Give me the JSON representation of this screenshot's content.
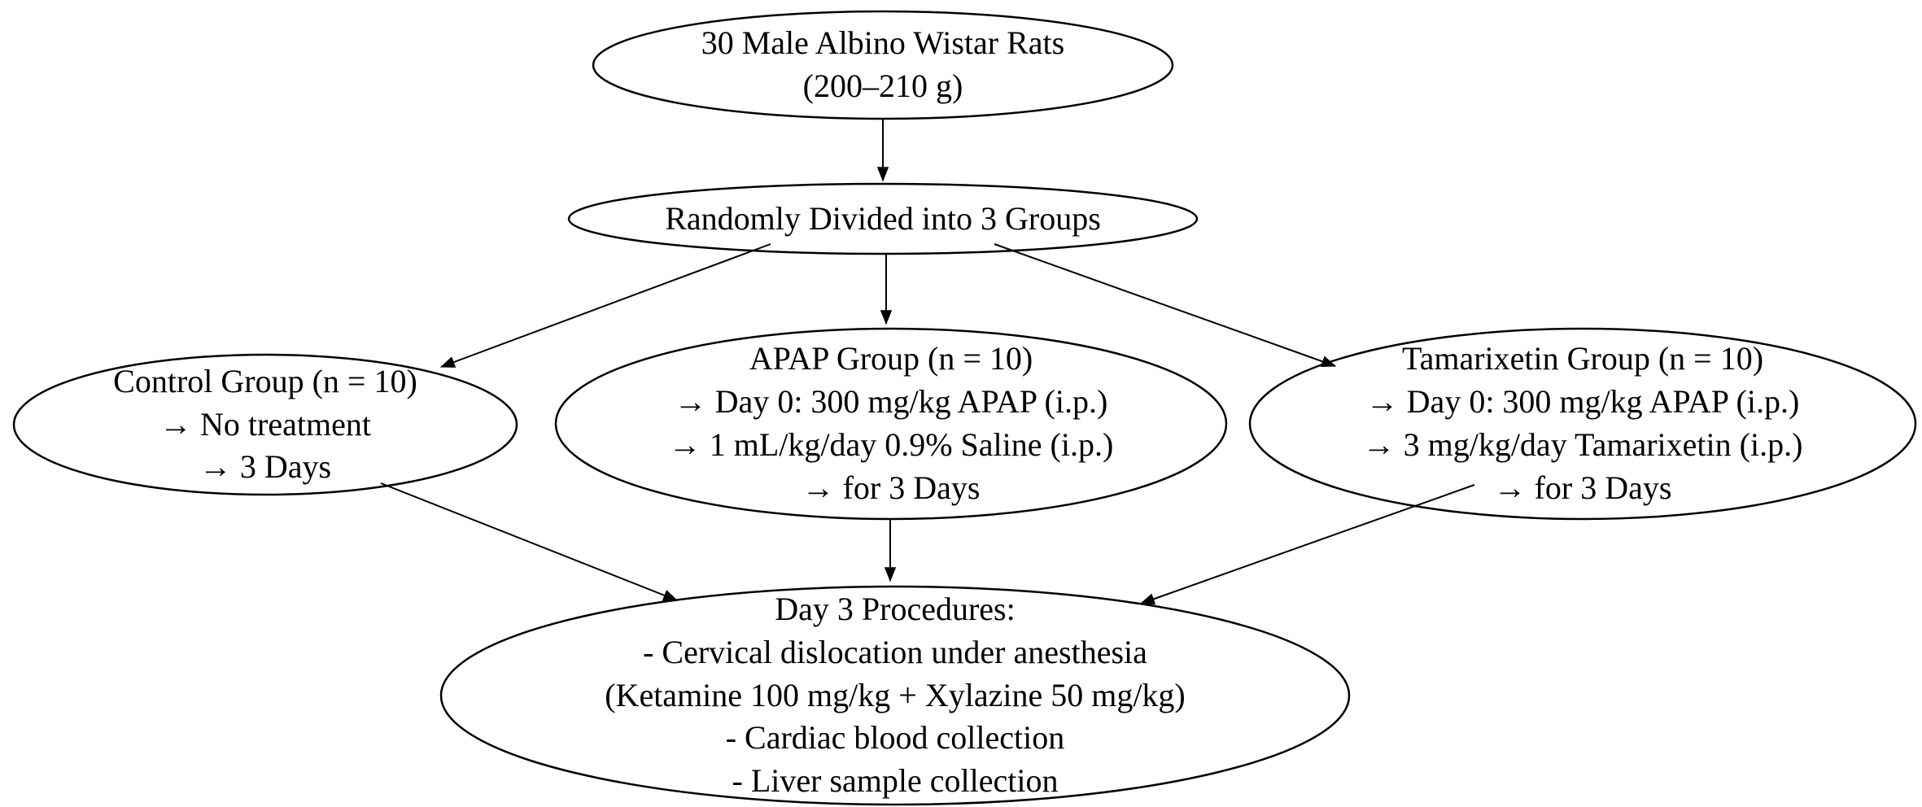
{
  "diagram": {
    "background_color": "#ffffff",
    "line_color": "#000000",
    "text_color": "#000000",
    "nodes": {
      "rats": {
        "lines": [
          "30 Male Albino Wistar Rats",
          "(200–210 g)"
        ]
      },
      "divide": {
        "lines": [
          "Randomly Divided into 3 Groups"
        ]
      },
      "control": {
        "lines": [
          "Control Group (n = 10)",
          "→ No treatment",
          "→ 3 Days"
        ]
      },
      "apap": {
        "lines": [
          "APAP Group (n = 10)",
          "→ Day 0: 300 mg/kg APAP (i.p.)",
          "→ 1 mL/kg/day 0.9% Saline (i.p.)",
          "→ for 3 Days"
        ]
      },
      "tamarixetin": {
        "lines": [
          "Tamarixetin Group (n = 10)",
          "→ Day 0: 300 mg/kg APAP (i.p.)",
          "→ 3 mg/kg/day Tamarixetin (i.p.)",
          "→ for 3 Days"
        ]
      },
      "day3": {
        "lines": [
          "Day 3 Procedures:",
          "- Cervical dislocation under anesthesia",
          "(Ketamine 100 mg/kg + Xylazine 50 mg/kg)",
          "- Cardiac blood collection",
          "- Liver sample collection"
        ]
      }
    },
    "edges": [
      {
        "from": "rats",
        "to": "divide"
      },
      {
        "from": "divide",
        "to": "control"
      },
      {
        "from": "divide",
        "to": "apap"
      },
      {
        "from": "divide",
        "to": "tamarixetin"
      },
      {
        "from": "control",
        "to": "day3"
      },
      {
        "from": "apap",
        "to": "day3"
      },
      {
        "from": "tamarixetin",
        "to": "day3"
      }
    ]
  }
}
